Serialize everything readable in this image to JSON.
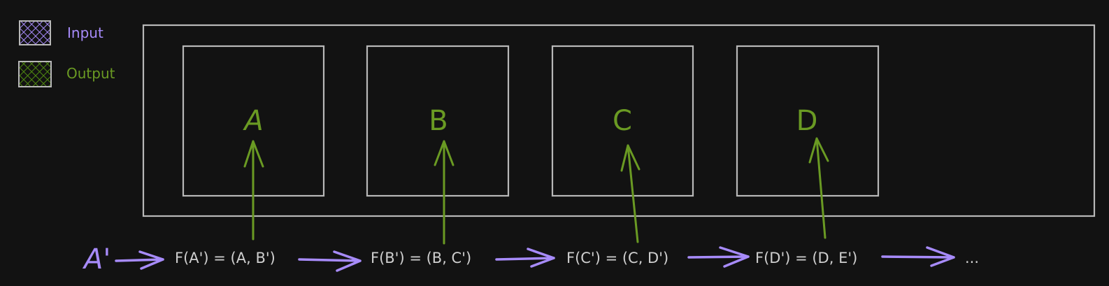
{
  "colors": {
    "background": "#121212",
    "stroke": "#b8b8b8",
    "input": "#a78bfa",
    "output": "#6a9a23",
    "text": "#cfcfcf"
  },
  "legend": [
    {
      "label": "Input",
      "color": "#a78bfa"
    },
    {
      "label": "Output",
      "color": "#6a9a23"
    }
  ],
  "boxes": [
    {
      "label": "A"
    },
    {
      "label": "B"
    },
    {
      "label": "C"
    },
    {
      "label": "D"
    }
  ],
  "chain": {
    "start": "A'",
    "steps": [
      "F(A') = (A, B')",
      "F(B') = (B, C')",
      "F(C') = (C, D')",
      "F(D') = (D, E')"
    ],
    "end": "..."
  }
}
